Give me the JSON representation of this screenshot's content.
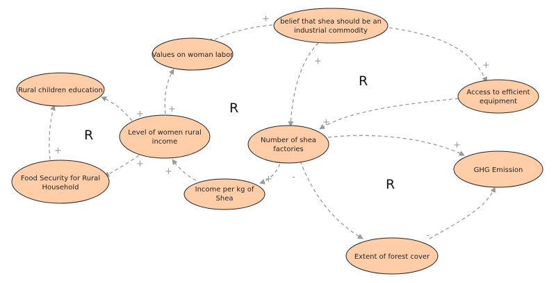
{
  "nodes": [
    {
      "id": "belief",
      "lines": [
        "belief that shea should be an",
        "industrial commodity"
      ]
    },
    {
      "id": "values",
      "lines": [
        "Values on woman labor"
      ]
    },
    {
      "id": "rural_edu",
      "lines": [
        "Rural children education"
      ]
    },
    {
      "id": "women_income",
      "lines": [
        "Level of women rural",
        "income"
      ]
    },
    {
      "id": "food_sec",
      "lines": [
        "Food Security for Rural",
        "Household"
      ]
    },
    {
      "id": "income_kg",
      "lines": [
        "Income per kg of",
        "Shea"
      ]
    },
    {
      "id": "factories",
      "lines": [
        "Number of shea",
        "factories"
      ]
    },
    {
      "id": "equipment",
      "lines": [
        "Access to efficient",
        "equipment"
      ]
    },
    {
      "id": "ghg",
      "lines": [
        "GHG Emission"
      ]
    },
    {
      "id": "forest",
      "lines": [
        "Extent of forest cover"
      ]
    }
  ],
  "edges": [
    {
      "from": "belief",
      "to": "values",
      "polarity": "+"
    },
    {
      "from": "belief",
      "to": "factories",
      "polarity": "+"
    },
    {
      "from": "belief",
      "to": "equipment",
      "polarity": "+"
    },
    {
      "from": "equipment",
      "to": "factories",
      "polarity": "+"
    },
    {
      "from": "factories",
      "to": "ghg",
      "polarity": "+"
    },
    {
      "from": "factories",
      "to": "income_kg",
      "polarity": "+"
    },
    {
      "from": "factories",
      "to": "forest",
      "polarity": "-"
    },
    {
      "from": "forest",
      "to": "ghg",
      "polarity": "-"
    },
    {
      "from": "income_kg",
      "to": "women_income",
      "polarity": "+"
    },
    {
      "from": "women_income",
      "to": "values",
      "polarity": "+"
    },
    {
      "from": "women_income",
      "to": "rural_edu",
      "polarity": "+"
    },
    {
      "from": "women_income",
      "to": "food_sec",
      "polarity": "+"
    },
    {
      "from": "food_sec",
      "to": "rural_edu",
      "polarity": "+"
    }
  ],
  "loop_labels": [
    "R",
    "R",
    "R",
    "R"
  ]
}
